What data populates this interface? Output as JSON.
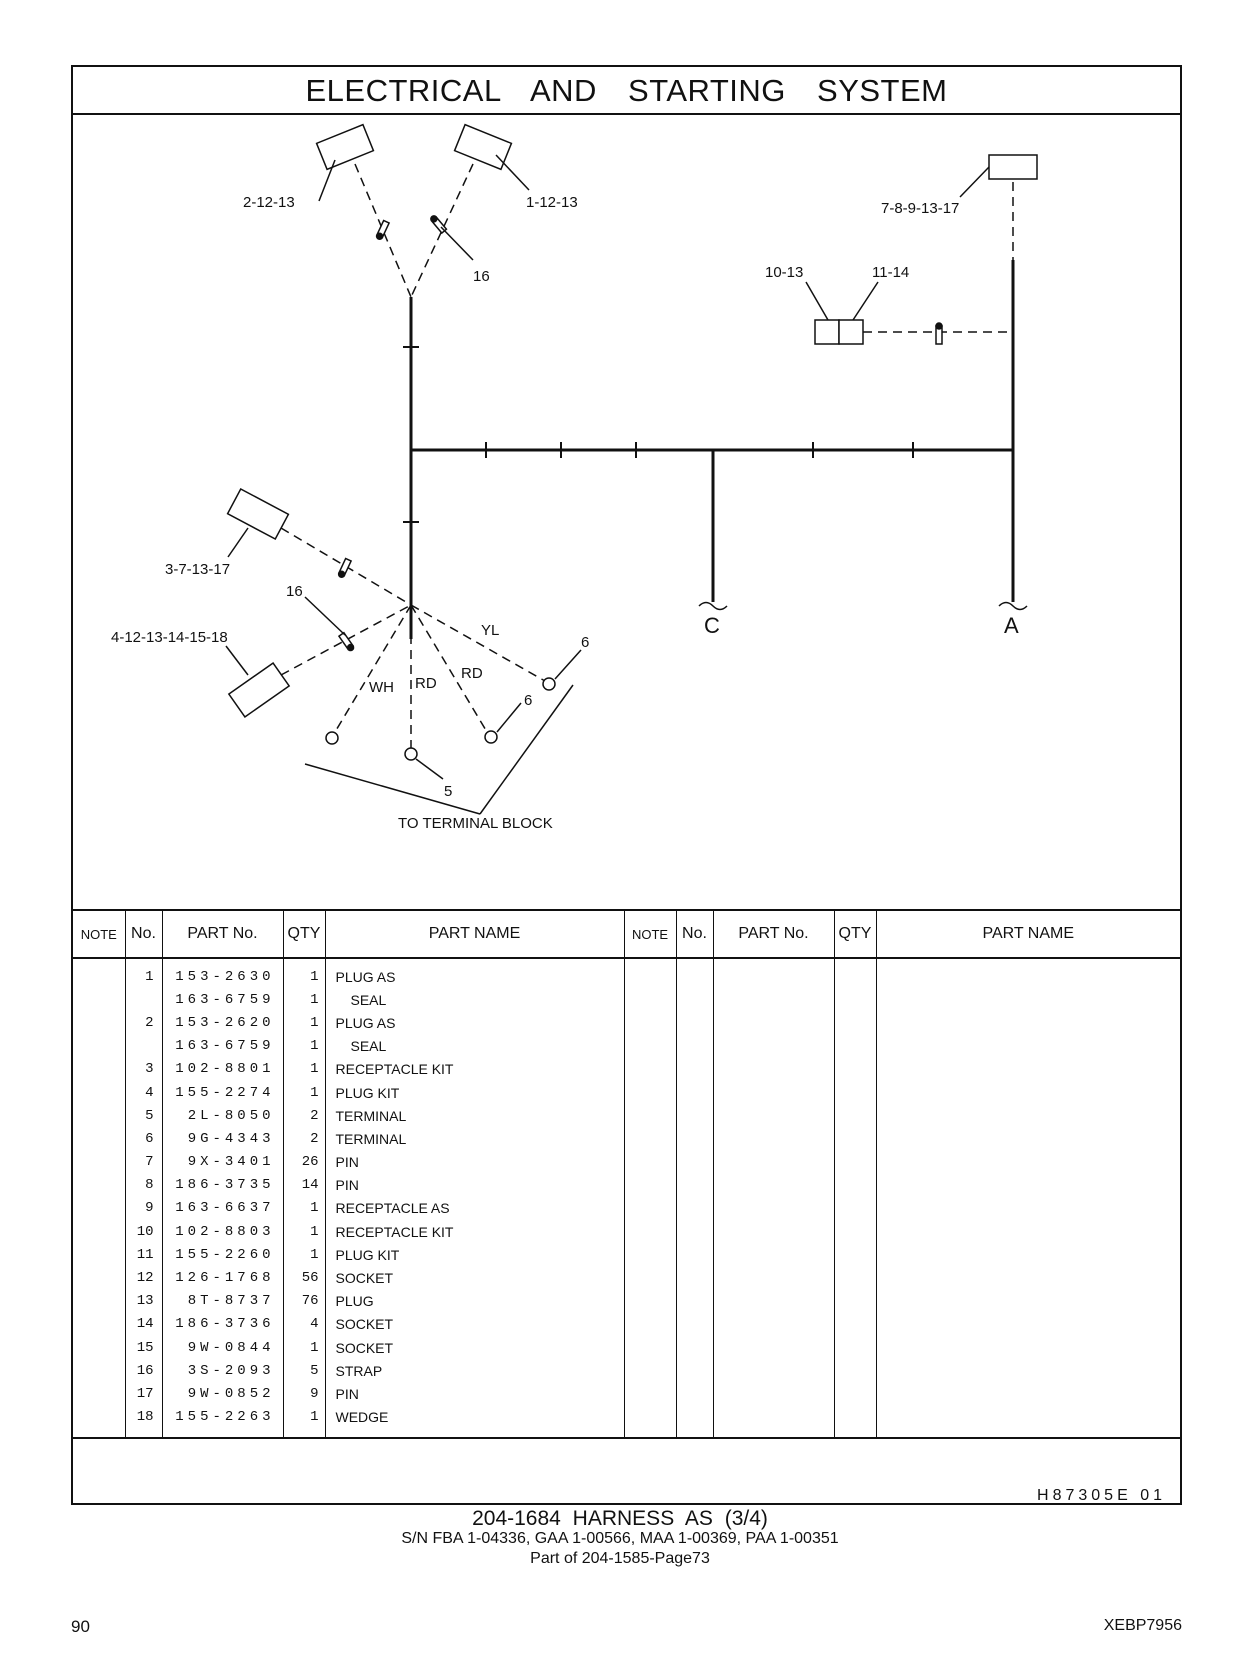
{
  "title": "ELECTRICAL AND STARTING SYSTEM",
  "diagram": {
    "labels": {
      "l1": "2-12-13",
      "l2": "1-12-13",
      "l3": "16",
      "l4": "7-8-9-13-17",
      "l5": "10-13",
      "l6": "11-14",
      "l7": "3-7-13-17",
      "l8": "16",
      "l9": "4-12-13-14-15-18",
      "l10": "YL",
      "l11": "6",
      "l12": "RD",
      "l13": "6",
      "l14": "WH",
      "l15": "RD",
      "l16": "5",
      "l17": "TO TERMINAL BLOCK",
      "l18": "C",
      "l19": "A"
    }
  },
  "table": {
    "headers": {
      "note": "NOTE",
      "no": "No.",
      "part_no": "PART No.",
      "qty": "QTY",
      "part_name": "PART NAME"
    },
    "rows": [
      {
        "no": "1",
        "pn": "153-2630",
        "qty": "1",
        "name": "PLUG AS",
        "sub": false
      },
      {
        "no": "",
        "pn": "163-6759",
        "qty": "1",
        "name": "SEAL",
        "sub": true
      },
      {
        "no": "2",
        "pn": "153-2620",
        "qty": "1",
        "name": "PLUG AS",
        "sub": false
      },
      {
        "no": "",
        "pn": "163-6759",
        "qty": "1",
        "name": "SEAL",
        "sub": true
      },
      {
        "no": "3",
        "pn": "102-8801",
        "qty": "1",
        "name": "RECEPTACLE KIT",
        "sub": false
      },
      {
        "no": "4",
        "pn": "155-2274",
        "qty": "1",
        "name": "PLUG KIT",
        "sub": false
      },
      {
        "no": "5",
        "pn": "2L-8050",
        "qty": "2",
        "name": "TERMINAL",
        "sub": false
      },
      {
        "no": "6",
        "pn": "9G-4343",
        "qty": "2",
        "name": "TERMINAL",
        "sub": false
      },
      {
        "no": "7",
        "pn": "9X-3401",
        "qty": "26",
        "name": "PIN",
        "sub": false
      },
      {
        "no": "8",
        "pn": "186-3735",
        "qty": "14",
        "name": "PIN",
        "sub": false
      },
      {
        "no": "9",
        "pn": "163-6637",
        "qty": "1",
        "name": "RECEPTACLE AS",
        "sub": false
      },
      {
        "no": "10",
        "pn": "102-8803",
        "qty": "1",
        "name": "RECEPTACLE KIT",
        "sub": false
      },
      {
        "no": "11",
        "pn": "155-2260",
        "qty": "1",
        "name": "PLUG KIT",
        "sub": false
      },
      {
        "no": "12",
        "pn": "126-1768",
        "qty": "56",
        "name": "SOCKET",
        "sub": false
      },
      {
        "no": "13",
        "pn": "8T-8737",
        "qty": "76",
        "name": "PLUG",
        "sub": false
      },
      {
        "no": "14",
        "pn": "186-3736",
        "qty": "4",
        "name": "SOCKET",
        "sub": false
      },
      {
        "no": "15",
        "pn": "9W-0844",
        "qty": "1",
        "name": "SOCKET",
        "sub": false
      },
      {
        "no": "16",
        "pn": "3S-2093",
        "qty": "5",
        "name": "STRAP",
        "sub": false
      },
      {
        "no": "17",
        "pn": "9W-0852",
        "qty": "9",
        "name": "PIN",
        "sub": false
      },
      {
        "no": "18",
        "pn": "155-2263",
        "qty": "1",
        "name": "WEDGE",
        "sub": false
      }
    ]
  },
  "illustration_code": "H87305E 01",
  "caption": {
    "line1": "204-1684 HARNESS AS (3/4)",
    "line2": "S/N FBA 1-04336, GAA 1-00566, MAA 1-00369, PAA 1-00351",
    "line3": "Part of 204-1585-Page73"
  },
  "footer": {
    "page_number": "90",
    "doc_code": "XEBP7956"
  }
}
